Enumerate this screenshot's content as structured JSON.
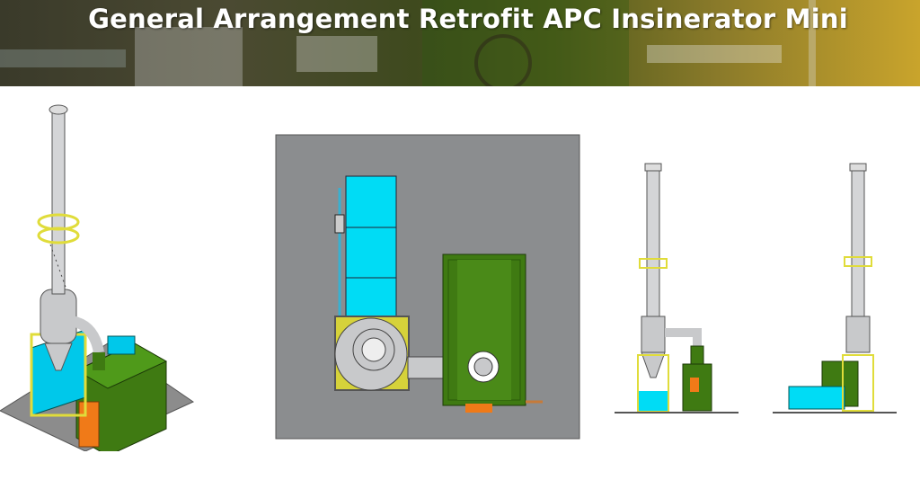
{
  "header": {
    "title": "General Arrangement Retrofit APC Insinerator Mini"
  },
  "colors": {
    "cyan": "#00dcf5",
    "green": "#3f7a12",
    "yellow": "#e0dc3a",
    "gray": "#8b8d8f",
    "steel": "#c8c9cb",
    "orange": "#f07a18"
  },
  "views": [
    "isometric-view",
    "top-view",
    "front-view",
    "side-view"
  ]
}
